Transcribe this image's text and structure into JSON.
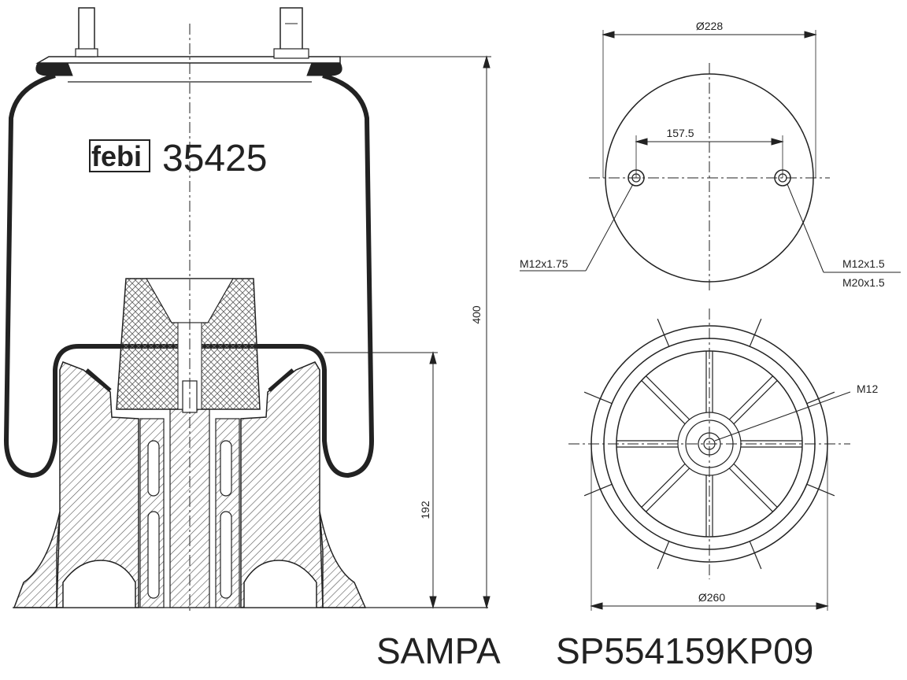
{
  "brand": {
    "logo_text": "febi",
    "part_number": "35425"
  },
  "dimensions": {
    "height_total": "400",
    "height_piston": "192",
    "top_plate_diameter": "Ø228",
    "stud_spacing": "157.5",
    "thread_left": "M12x1.75",
    "thread_right_1": "M12x1.5",
    "thread_right_2": "M20x1.5",
    "thread_bottom": "M12",
    "bottom_diameter": "Ø260"
  },
  "footer": {
    "manufacturer": "SAMPA",
    "code": "SP554159KP09"
  },
  "colors": {
    "line": "#222222",
    "hatch": "#555555"
  }
}
